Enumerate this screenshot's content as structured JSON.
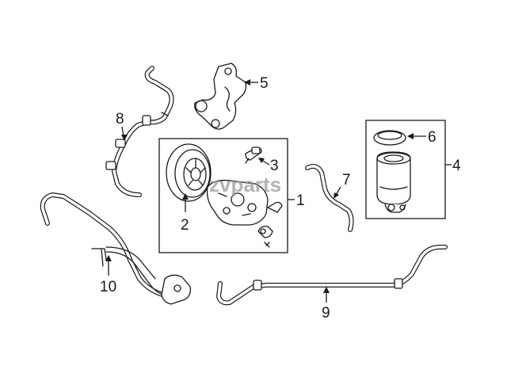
{
  "watermark": "zvparts",
  "callouts": {
    "c1": "1",
    "c2": "2",
    "c3": "3",
    "c4": "4",
    "c5": "5",
    "c6": "6",
    "c7": "7",
    "c8": "8",
    "c9": "9",
    "c10": "10"
  }
}
